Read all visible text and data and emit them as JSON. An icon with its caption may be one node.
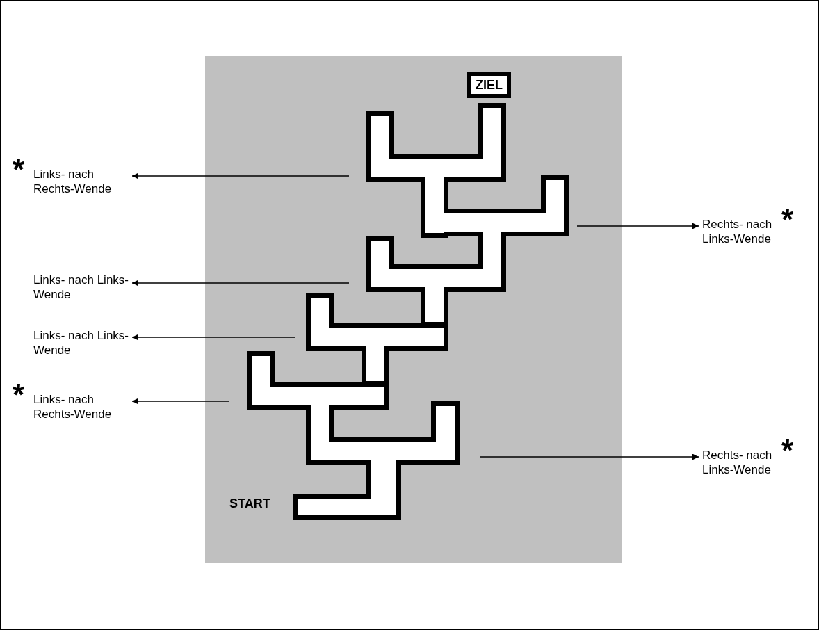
{
  "diagram": {
    "nodes": [
      {
        "text": [
          "Links- nach Rechts-Wende"
        ],
        "beside": [
          "*"
        ]
      },
      {
        "text": [
          "Rechts- nach Links-Wende"
        ],
        "beside": [
          "*"
        ]
      },
      {
        "text": [
          "Links- nach Links-Wende"
        ]
      },
      {
        "text": [
          "Links- nach Links-Wende"
        ]
      },
      {
        "text": [
          "Links- nach Rechts-Wende"
        ],
        "beside": [
          "*"
        ]
      },
      {
        "text": [
          "Rechts- nach Links-Wende"
        ],
        "beside": [
          "*"
        ]
      }
    ],
    "edges": [
      {
        "from": null,
        "to": 0,
        "arrow": "to"
      },
      {
        "from": null,
        "to": 1,
        "arrow": "to"
      },
      {
        "from": null,
        "to": 2,
        "arrow": "to"
      },
      {
        "from": null,
        "to": 3,
        "arrow": "to"
      },
      {
        "from": null,
        "to": 4,
        "arrow": "to"
      },
      {
        "from": null,
        "to": 5,
        "arrow": "to"
      }
    ],
    "labels": [
      "ZIEL",
      "START"
    ]
  }
}
